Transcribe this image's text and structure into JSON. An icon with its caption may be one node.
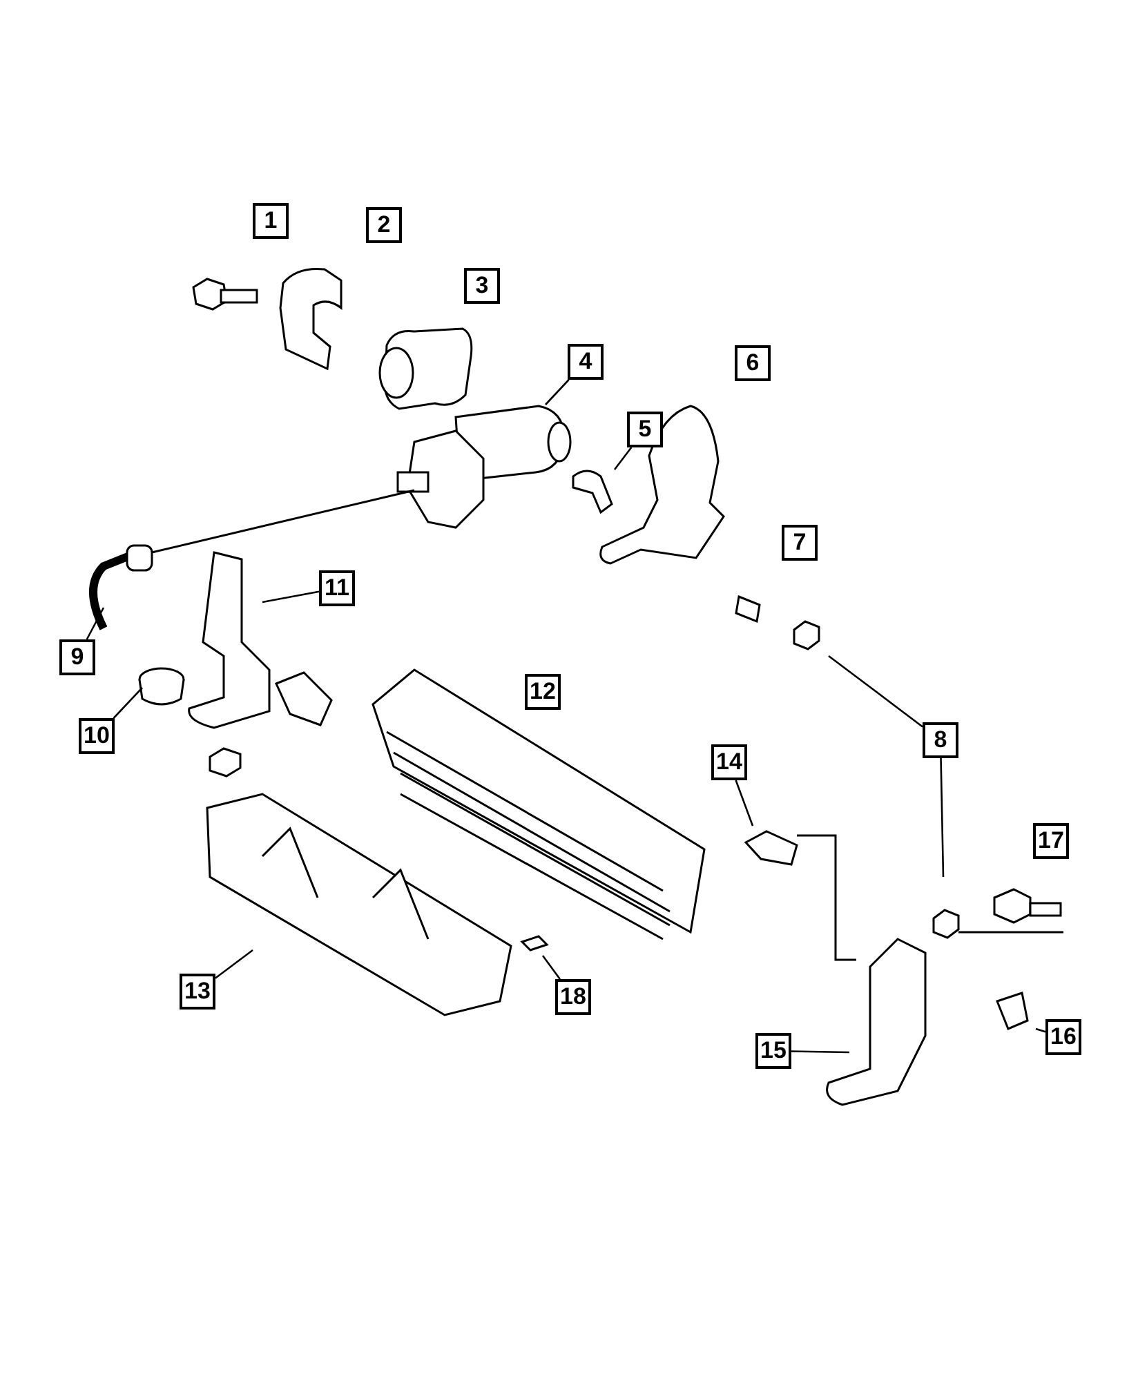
{
  "diagram": {
    "nodes": [
      {
        "text": [
          "1"
        ]
      },
      {
        "text": [
          "2"
        ]
      },
      {
        "text": [
          "3"
        ]
      },
      {
        "text": [
          "4"
        ]
      },
      {
        "text": [
          "5"
        ]
      },
      {
        "text": [
          "6"
        ]
      },
      {
        "text": [
          "7"
        ]
      },
      {
        "text": [
          "8"
        ]
      },
      {
        "text": [
          "9"
        ]
      },
      {
        "text": [
          "10"
        ]
      },
      {
        "text": [
          "11"
        ]
      },
      {
        "text": [
          "12"
        ]
      },
      {
        "text": [
          "13"
        ]
      },
      {
        "text": [
          "14"
        ]
      },
      {
        "text": [
          "15"
        ]
      },
      {
        "text": [
          "16"
        ]
      },
      {
        "text": [
          "17"
        ]
      },
      {
        "text": [
          "18"
        ]
      }
    ],
    "edges": [
      {
        "from": 3,
        "to": null,
        "arrow": "none"
      },
      {
        "from": 4,
        "to": null,
        "arrow": "none"
      },
      {
        "from": 7,
        "to": null,
        "arrow": "none"
      },
      {
        "from": 7,
        "to": null,
        "arrow": "none"
      },
      {
        "from": 8,
        "to": null,
        "arrow": "none"
      },
      {
        "from": 9,
        "to": null,
        "arrow": "none"
      },
      {
        "from": 10,
        "to": null,
        "arrow": "none"
      },
      {
        "from": 12,
        "to": null,
        "arrow": "none"
      },
      {
        "from": 13,
        "to": null,
        "arrow": "none"
      },
      {
        "from": 14,
        "to": null,
        "arrow": "none"
      },
      {
        "from": 15,
        "to": null,
        "arrow": "none"
      },
      {
        "from": 17,
        "to": null,
        "arrow": "none"
      }
    ]
  }
}
